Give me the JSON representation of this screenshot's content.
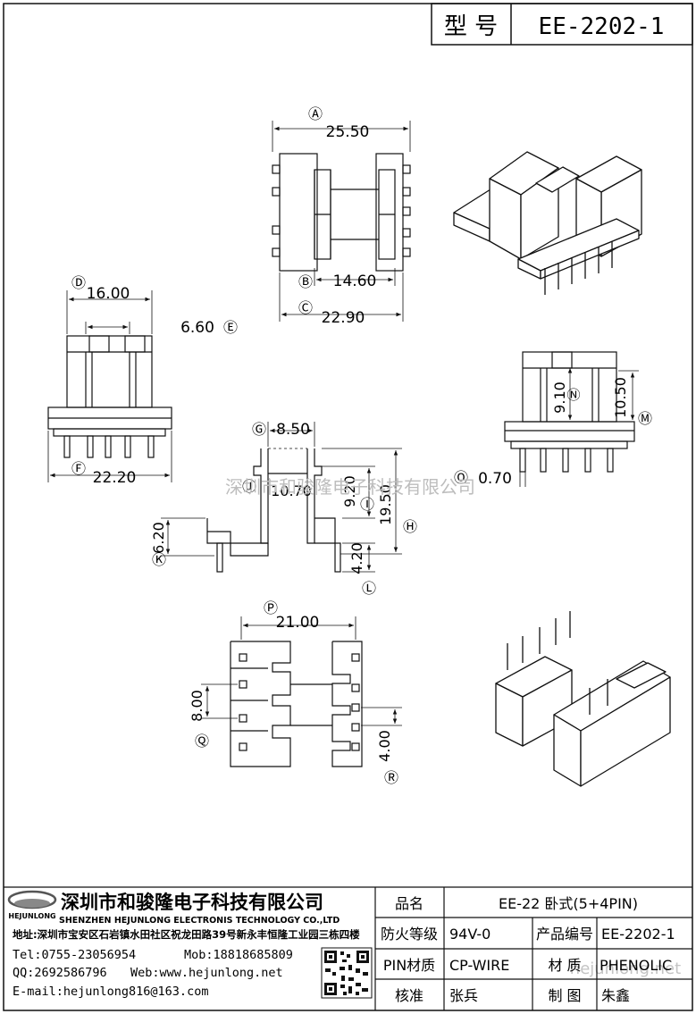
{
  "header": {
    "model_label": "型 号",
    "model_value": "EE-2202-1"
  },
  "watermark": {
    "cn": "深圳市和骏隆电子科技有限公司",
    "url": "hejunlong.net"
  },
  "dimensions": {
    "A": "25.50",
    "B": "14.60",
    "C": "22.90",
    "D": "16.00",
    "E": "6.60",
    "F": "22.20",
    "G": "8.50",
    "I": "9.20",
    "H": "19.50",
    "J": "10.70",
    "K": "6.20",
    "L": "4.20",
    "N": "9.10",
    "M": "10.50",
    "O": "0.70",
    "P": "21.00",
    "Q": "8.00",
    "R": "4.00"
  },
  "markers": {
    "A": "Ⓐ",
    "B": "Ⓑ",
    "C": "Ⓒ",
    "D": "Ⓓ",
    "E": "Ⓔ",
    "F": "Ⓕ",
    "G": "Ⓖ",
    "H": "Ⓗ",
    "I": "Ⓘ",
    "J": "Ⓙ",
    "K": "Ⓚ",
    "L": "Ⓛ",
    "M": "Ⓜ",
    "N": "Ⓝ",
    "O": "Ⓞ",
    "P": "Ⓟ",
    "Q": "Ⓠ",
    "R": "Ⓡ"
  },
  "company": {
    "logo_text": "HEJUNLONG",
    "name_cn": "深圳市和骏隆电子科技有限公司",
    "name_en": "SHENZHEN HEJUNLONG ELECTRONIS TECHNOLOGY CO.,LTD",
    "address": "地址:深圳市宝安区石岩镇水田社区祝龙田路39号新永丰恒隆工业园三栋四楼",
    "tel": "Tel:0755-23056954",
    "mob": "Mob:18818685809",
    "qq": "QQ:2692586796",
    "web": "Web:www.hejunlong.net",
    "email": "E-mail:hejunlong816@163.com"
  },
  "spec": {
    "name_label": "品名",
    "name_value": "EE-22 卧式(5+4PIN)",
    "fire_label": "防火等级",
    "fire_value": "94V-0",
    "code_label": "产品编号",
    "code_value": "EE-2202-1",
    "pin_label": "PIN材质",
    "pin_value": "CP-WIRE",
    "material_label": "材 质",
    "material_value": "PHENOLIC",
    "check_label": "核准",
    "check_value": "张兵",
    "draw_label": "制 图",
    "draw_value": "朱鑫"
  }
}
